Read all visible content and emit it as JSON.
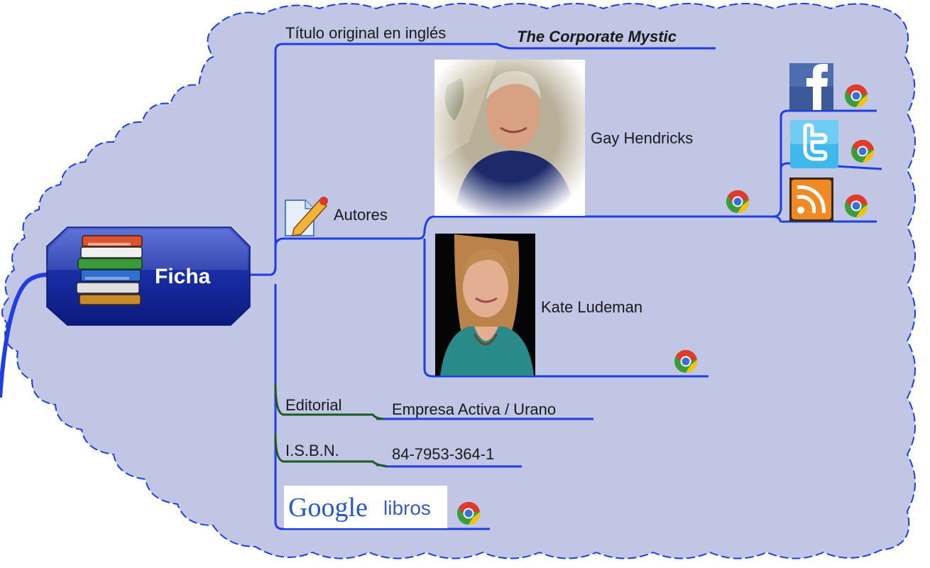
{
  "central_node": {
    "label": "Ficha",
    "icon": "books-stack-icon"
  },
  "fields": {
    "titulo": {
      "label": "Título original en inglés",
      "value": "The Corporate Mystic"
    },
    "autores": {
      "label": "Autores",
      "icon": "edit-document-icon"
    },
    "editorial": {
      "label": "Editorial",
      "value": "Empresa Activa / Urano"
    },
    "isbn": {
      "label": "I.S.B.N.",
      "value": "84-7953-364-1"
    }
  },
  "authors": [
    {
      "name": "Gay Hendricks",
      "photo": "author-photo-icon",
      "link_icon": "chrome-icon"
    },
    {
      "name": "Kate Ludeman",
      "photo": "author-photo-icon",
      "link_icon": "chrome-icon"
    }
  ],
  "social_links": [
    {
      "icon": "facebook-icon",
      "link_icon": "chrome-icon"
    },
    {
      "icon": "twitter-icon",
      "link_icon": "chrome-icon"
    },
    {
      "icon": "rss-icon",
      "link_icon": "chrome-icon"
    }
  ],
  "google_books": {
    "logo_word": "Google",
    "suffix": "libros",
    "link_icon": "chrome-icon"
  },
  "colors": {
    "cloud_fill": "#c0c6e3",
    "cloud_border": "#1f3fd6",
    "branch_blue": "#1f3fe0",
    "branch_green": "#1d5a1d",
    "node_dark": "#0d1f8c",
    "node_light": "#3f56c8"
  }
}
